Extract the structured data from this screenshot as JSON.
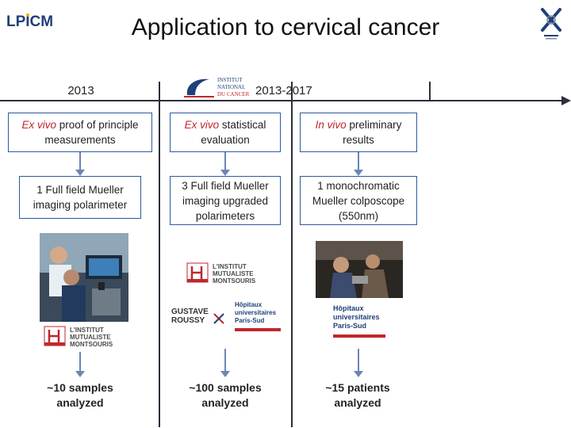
{
  "header": {
    "title": "Application to cervical cancer",
    "lpicm_logo": "LPICM",
    "institut_logo_text": [
      "INSTITUT",
      "NATIONAL",
      "DU CANCER"
    ]
  },
  "timeline": {
    "year_left": "2013",
    "year_right": "2013-2017"
  },
  "columns": [
    {
      "heading_italic": "Ex vivo",
      "heading_rest": " proof of principle measurements",
      "device": "1 Full field Mueller imaging polarimeter",
      "result": "~10 samples analyzed",
      "hospital_logos": [
        "L'INSTITUT MUTUALISTE MONTSOURIS"
      ]
    },
    {
      "heading_italic": "Ex vivo",
      "heading_rest": " statistical evaluation",
      "device": "3 Full field Mueller imaging upgraded polarimeters",
      "result": "~100 samples analyzed",
      "hospital_logos": [
        "L'INSTITUT MUTUALISTE MONTSOURIS",
        "GUSTAVE ROUSSY",
        "Hôpitaux universitaires Paris-Sud"
      ]
    },
    {
      "heading_italic": "In vivo",
      "heading_rest": " preliminary results",
      "device": "1 monochromatic Mueller colposcope (550nm)",
      "result": "~15 patients analyzed",
      "hospital_logos": [
        "Hôpitaux universitaires Paris-Sud"
      ]
    }
  ],
  "colors": {
    "box_border": "#2e5a9a",
    "arrow": "#6b86b5",
    "italic_red": "#c0272d",
    "timeline": "#2b2f3a"
  }
}
